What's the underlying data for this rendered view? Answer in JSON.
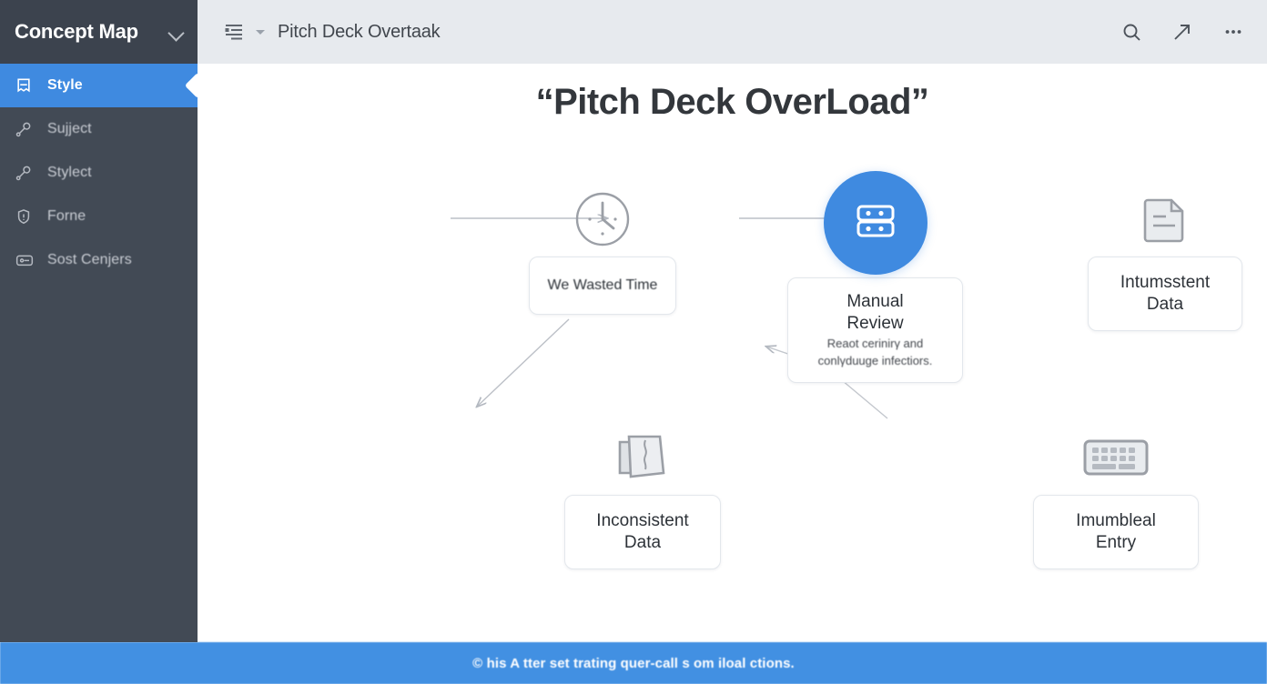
{
  "sidebar": {
    "title": "Concept Map",
    "expander_icon": "chevron-down-icon",
    "items": [
      {
        "label": "Style",
        "icon": "bookmark-icon",
        "active": true
      },
      {
        "label": "Sujject",
        "icon": "key-icon",
        "active": false
      },
      {
        "label": "Stylect",
        "icon": "key-icon",
        "active": false
      },
      {
        "label": "Forne",
        "icon": "shield-icon",
        "active": false
      },
      {
        "label": "Sost Cenjers",
        "icon": "wallet-icon",
        "active": false
      }
    ]
  },
  "topbar": {
    "outline_icon": "outline-list-icon",
    "dropdown_icon": "caret-down-icon",
    "document_title": "Pitch Deck Overtaak",
    "actions": [
      {
        "name": "search-icon",
        "label": "Search"
      },
      {
        "name": "share-arrow-icon",
        "label": "Share"
      },
      {
        "name": "more-options-icon",
        "label": "More"
      }
    ]
  },
  "canvas": {
    "title": "“Pitch Deck OverLoad”",
    "hub": {
      "icon": "server-icon",
      "title_line1": "Manual",
      "title_line2": "Review",
      "subtitle_line1": "Reaot cerinirγ and",
      "subtitle_line2": "conlγduuge infectiors."
    },
    "nodes": [
      {
        "id": "wasted-time",
        "icon": "clock-icon",
        "title_line1": "We Wasted Time",
        "title_line2": ""
      },
      {
        "id": "intumsstent-data",
        "icon": "document-icon",
        "title_line1": "Intumsstent",
        "title_line2": "Data"
      },
      {
        "id": "inconsistent-data",
        "icon": "torn-papers-icon",
        "title_line1": "Inconsistent",
        "title_line2": "Data"
      },
      {
        "id": "imumbleal-entry",
        "icon": "keyboard-icon",
        "title_line1": "Imumbleal",
        "title_line2": "Entry"
      }
    ]
  },
  "footer": {
    "text": "© his A tter set trating quer-call s om iloal ctions."
  },
  "colors": {
    "sidebar_bg": "#424a55",
    "sidebar_head_bg": "#3c434e",
    "accent_blue": "#3f8ae0",
    "topbar_bg": "#e7eaee",
    "footer_bg": "#4290e2",
    "canvas_bg": "#ffffff",
    "edge_gray": "#b9bdc4"
  }
}
